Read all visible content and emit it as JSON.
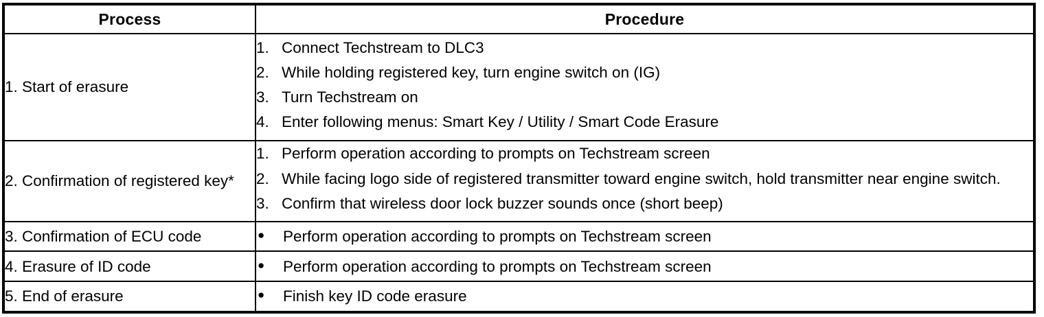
{
  "table": {
    "headers": {
      "process": "Process",
      "procedure": "Procedure"
    },
    "rows": [
      {
        "process": "1. Start of erasure",
        "marker_type": "numbered",
        "steps": [
          {
            "marker": "1.",
            "text": "Connect Techstream to DLC3"
          },
          {
            "marker": "2.",
            "text": "While holding registered key, turn engine switch on (IG)"
          },
          {
            "marker": "3.",
            "text": "Turn Techstream on"
          },
          {
            "marker": "4.",
            "text": "Enter following menus: Smart Key / Utility / Smart Code Erasure"
          }
        ]
      },
      {
        "process": "2. Confirmation of registered key*",
        "marker_type": "numbered",
        "steps": [
          {
            "marker": "1.",
            "text": "Perform operation according to prompts on Techstream screen"
          },
          {
            "marker": "2.",
            "text": "While facing logo side of registered transmitter toward engine switch, hold transmitter near engine switch."
          },
          {
            "marker": "3.",
            "text": "Confirm that wireless door lock buzzer sounds once (short beep)"
          }
        ]
      },
      {
        "process": "3. Confirmation of ECU code",
        "marker_type": "bullet",
        "steps": [
          {
            "marker": "●",
            "text": "Perform operation according to prompts on Techstream screen"
          }
        ]
      },
      {
        "process": "4. Erasure of ID code",
        "marker_type": "bullet",
        "steps": [
          {
            "marker": "●",
            "text": "Perform operation according to prompts on Techstream screen"
          }
        ]
      },
      {
        "process": "5. End of erasure",
        "marker_type": "bullet",
        "steps": [
          {
            "marker": "●",
            "text": "Finish key ID code erasure"
          }
        ]
      }
    ]
  },
  "colors": {
    "border": "#000000",
    "text": "#000000",
    "background": "#ffffff"
  }
}
